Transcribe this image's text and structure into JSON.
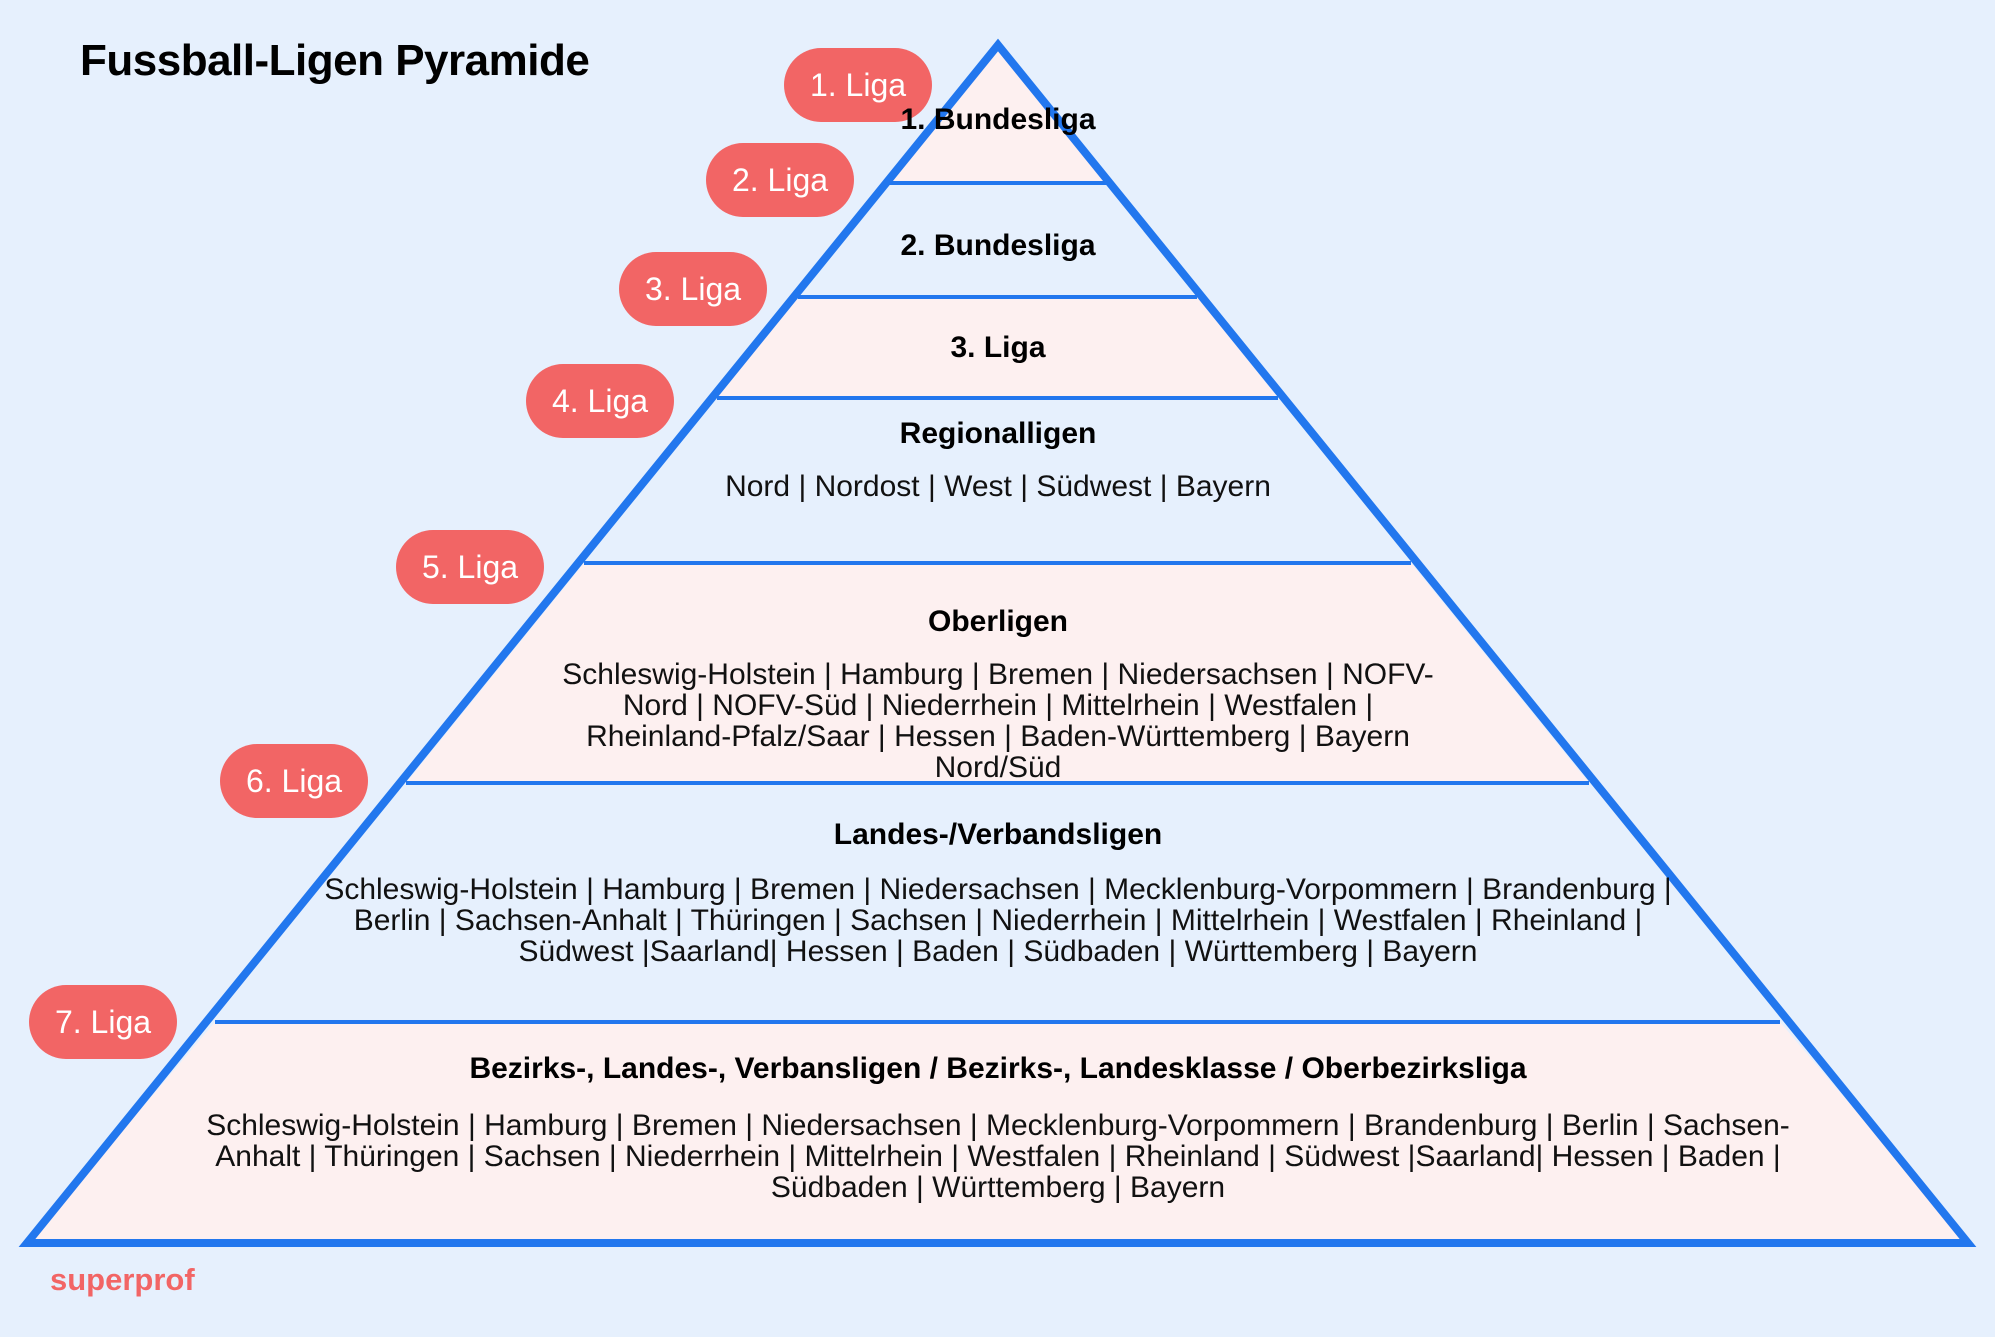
{
  "title": "Fussball-Ligen Pyramide",
  "brand": "superprof",
  "colors": {
    "background": "#e6f0fd",
    "outline": "#2277ee",
    "tier_light": "#fdf0f0",
    "tier_white": "#e6f0fd",
    "pill": "#f26565",
    "pill_text": "#ffffff",
    "brand": "#f26565"
  },
  "levels": [
    {
      "pill": "1. Liga",
      "name": "1. Bundesliga",
      "desc": ""
    },
    {
      "pill": "2. Liga",
      "name": "2. Bundesliga",
      "desc": ""
    },
    {
      "pill": "3. Liga",
      "name": "3. Liga",
      "desc": ""
    },
    {
      "pill": "4. Liga",
      "name": "Regionalligen",
      "desc": "Nord | Nordost | West | Südwest | Bayern"
    },
    {
      "pill": "5. Liga",
      "name": "Oberligen",
      "desc": "Schleswig-Holstein | Hamburg | Bremen | Niedersachsen | NOFV-Nord | NOFV-Süd | Niederrhein | Mittelrhein | Westfalen | Rheinland-Pfalz/Saar | Hessen | Baden-Württemberg | Bayern Nord/Süd"
    },
    {
      "pill": "6. Liga",
      "name": "Landes-/Verbandsligen",
      "desc": "Schleswig-Holstein | Hamburg | Bremen | Niedersachsen | Mecklenburg-Vorpommern | Brandenburg | Berlin | Sachsen-Anhalt | Thüringen | Sachsen | Niederrhein | Mittelrhein | Westfalen | Rheinland | Südwest |Saarland| Hessen | Baden | Südbaden | Württemberg | Bayern"
    },
    {
      "pill": "7. Liga",
      "name": "Bezirks-, Landes-, Verbansligen / Bezirks-, Landesklasse / Oberbezirksliga",
      "desc": "Schleswig-Holstein | Hamburg | Bremen | Niedersachsen | Mecklenburg-Vorpommern | Brandenburg | Berlin | Sachsen-Anhalt | Thüringen | Sachsen | Niederrhein | Mittelrhein | Westfalen | Rheinland | Südwest |Saarland| Hessen | Baden | Südbaden | Württemberg | Bayern"
    }
  ]
}
